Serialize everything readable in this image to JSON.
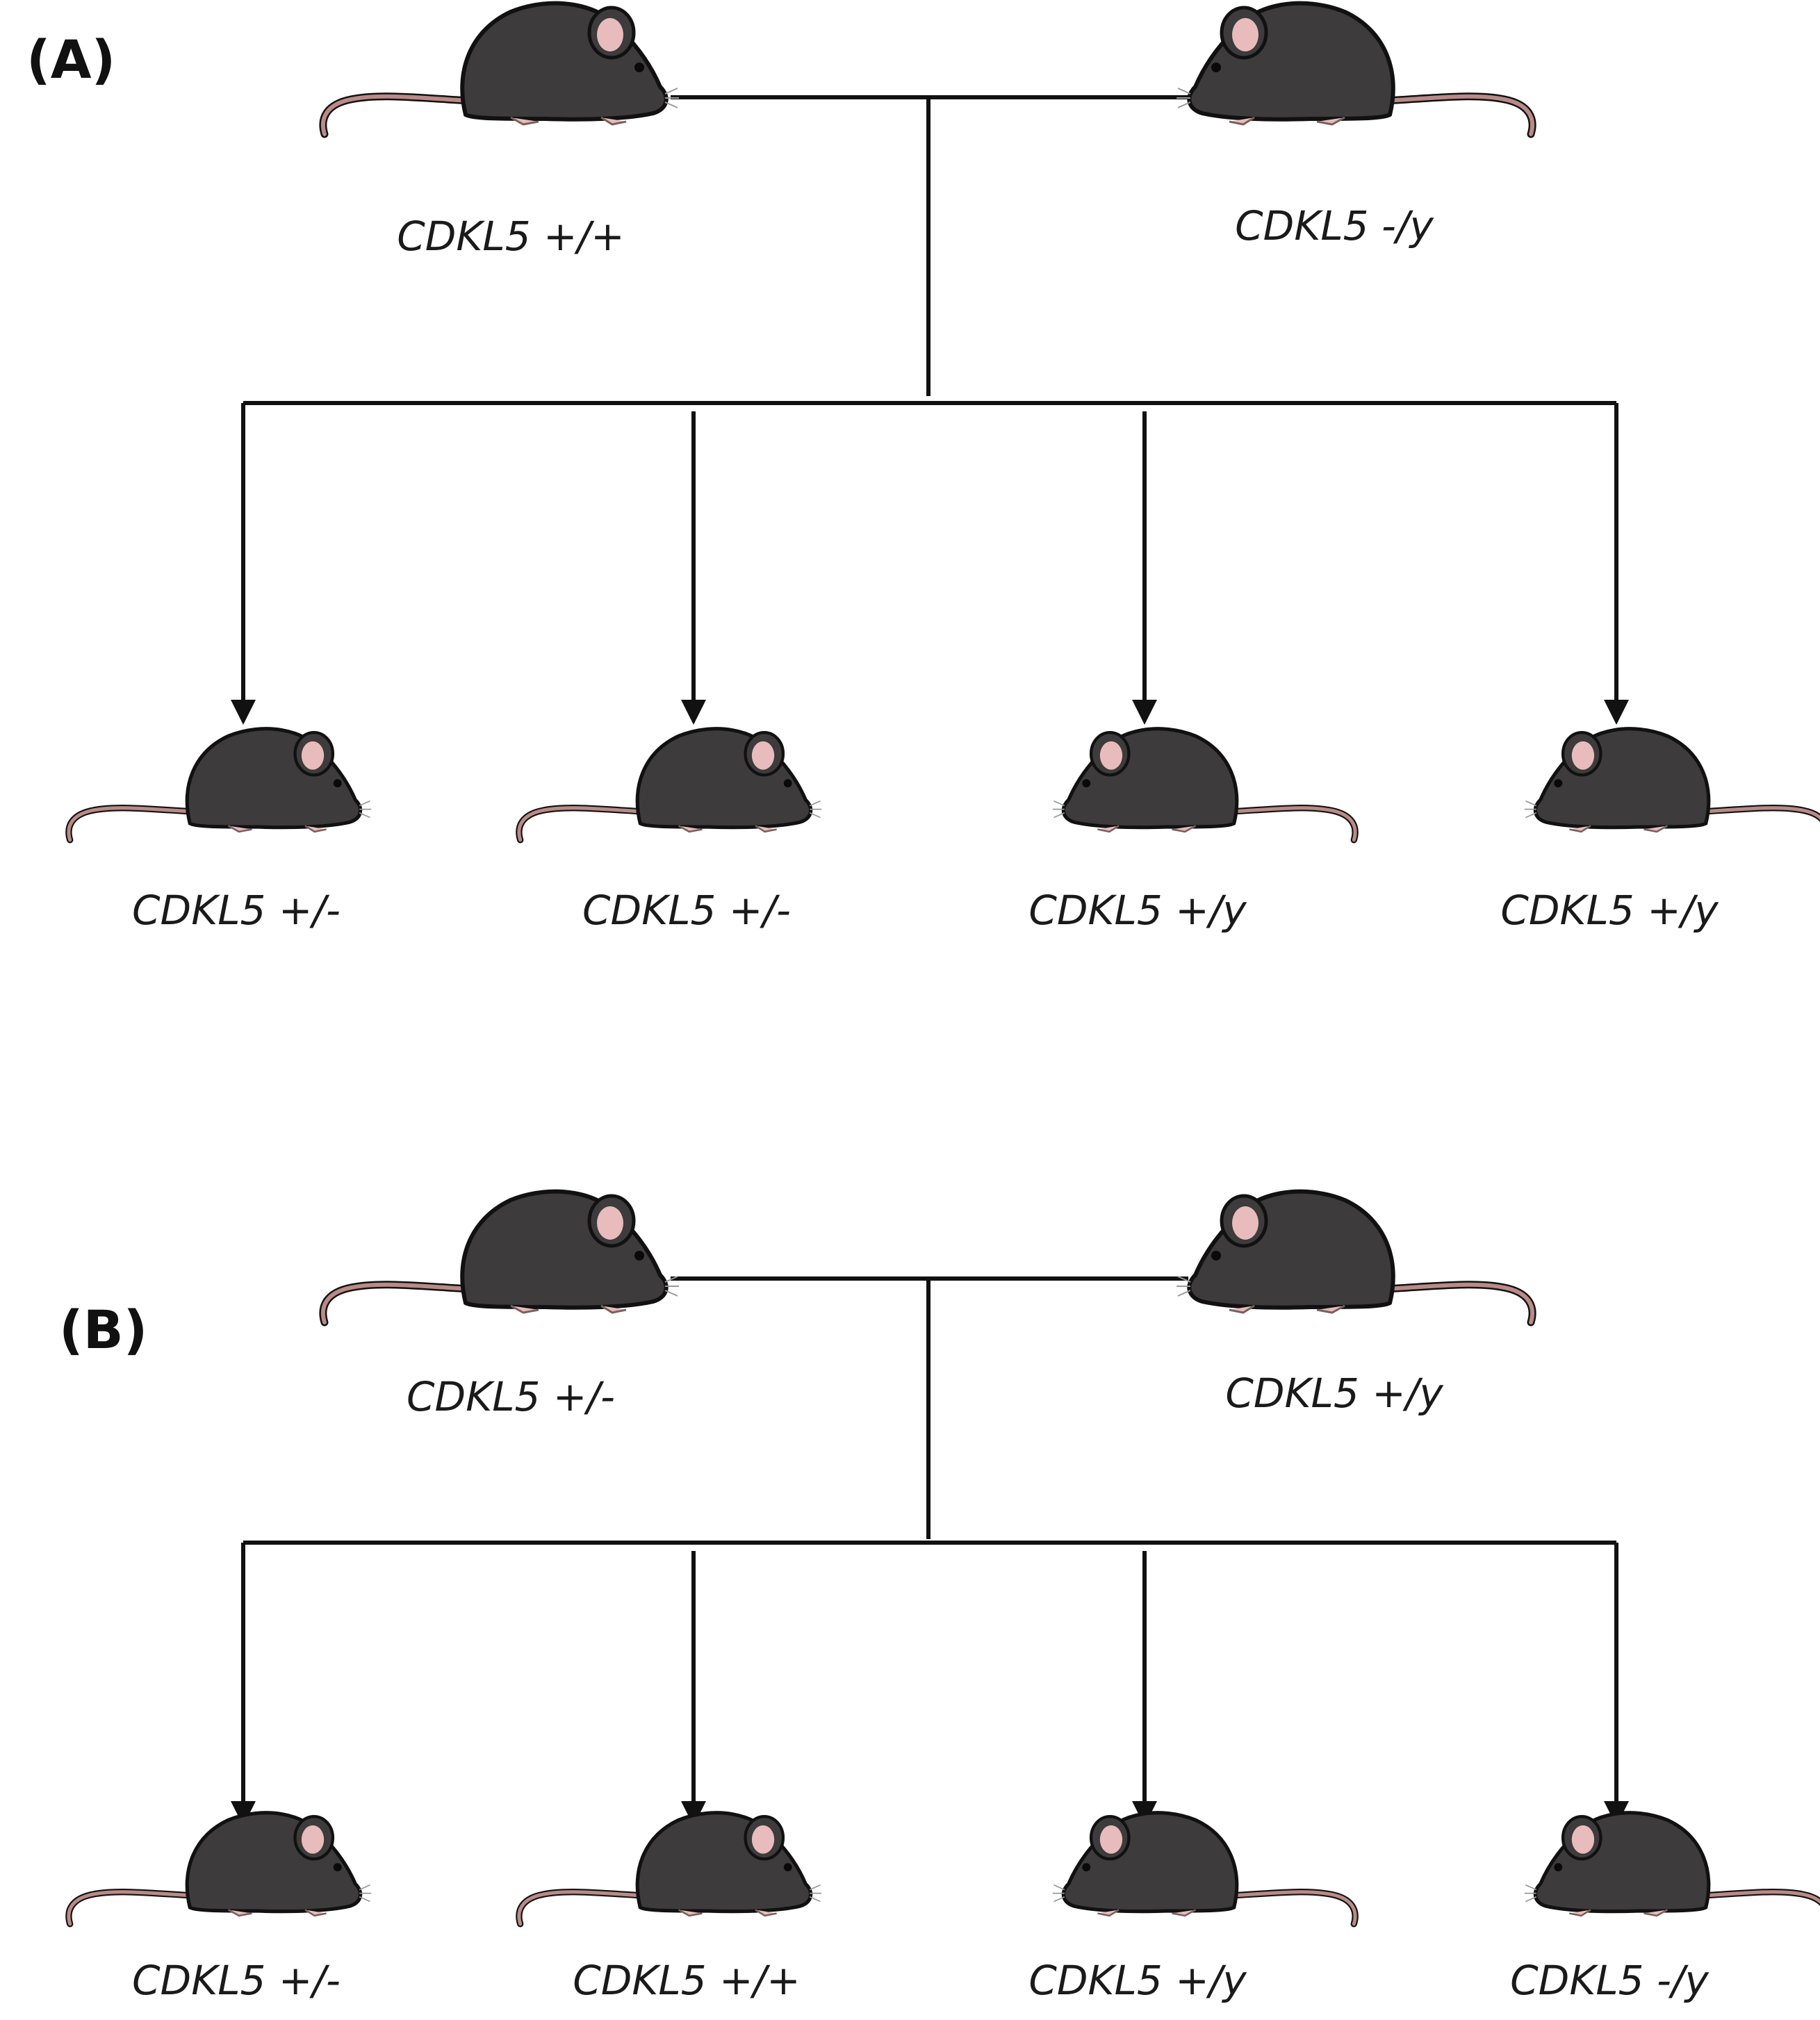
{
  "panels": [
    {
      "label": "(A)",
      "parents": [
        {
          "genotype": "CDKL5 +/+",
          "facing": "right"
        },
        {
          "genotype": "CDKL5 -/y",
          "facing": "left"
        }
      ],
      "offspring": [
        {
          "genotype": "CDKL5 +/-",
          "facing": "right"
        },
        {
          "genotype": "CDKL5 +/-",
          "facing": "right"
        },
        {
          "genotype": "CDKL5 +/y",
          "facing": "left"
        },
        {
          "genotype": "CDKL5 +/y",
          "facing": "left"
        }
      ]
    },
    {
      "label": "(B)",
      "parents": [
        {
          "genotype": "CDKL5 +/-",
          "facing": "right"
        },
        {
          "genotype": "CDKL5 +/y",
          "facing": "left"
        }
      ],
      "offspring": [
        {
          "genotype": "CDKL5 +/-",
          "facing": "right"
        },
        {
          "genotype": "CDKL5 +/+",
          "facing": "right"
        },
        {
          "genotype": "CDKL5 +/y",
          "facing": "left"
        },
        {
          "genotype": "CDKL5 -/y",
          "facing": "left"
        }
      ]
    }
  ],
  "colors": {
    "mouse_body": "#3d3b3b",
    "mouse_outline": "#111111",
    "ear_inner": "#e8bcbc",
    "tail": "#b98a86",
    "line": "#111111"
  },
  "icon": "mouse-icon"
}
